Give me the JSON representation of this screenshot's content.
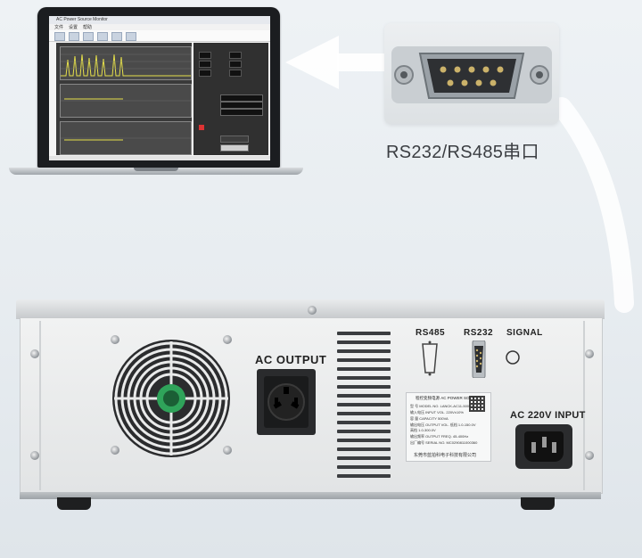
{
  "caption": "RS232/RS485串口",
  "software": {
    "title": "AC Power Source Monitor",
    "menu": [
      "文件",
      "设置",
      "帮助"
    ]
  },
  "device": {
    "ac_output_label": "AC OUTPUT",
    "ports": {
      "rs485": "RS485",
      "rs232": "RS232",
      "signal": "SIGNAL"
    },
    "ac_input_label": "AC 220V INPUT",
    "nameplate": {
      "title": "程控变频电源  AC POWER SOURCE",
      "lines": [
        "型    号  MODEL NO.  LANCK-AC11-500VA",
        "输入电压  INPUT VOL.  220V±10%",
        "容    量  CAPACITY  500VA",
        "输出电压  OUTPUT VOL.  低档 1.0-150.0V",
        "                         高档 1.0-300.0V",
        "输出频率  OUTPUT FREQ.  45-400Hz",
        "出厂编号  SERIAL NO.  MC0290811000360"
      ],
      "maker": "东莞市蓝拍科电子科技有限公司"
    }
  },
  "colors": {
    "background": "#e9edf0",
    "chart_trace": "#e6e04a",
    "panel": "#ebeced",
    "socket": "#2a2b2d",
    "fan_center": "#2fa35a"
  }
}
